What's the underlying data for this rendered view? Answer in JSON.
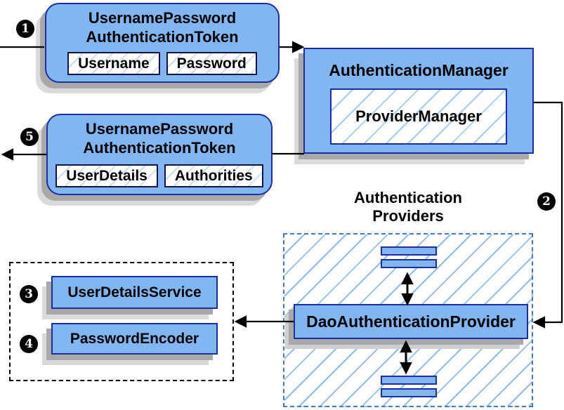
{
  "steps": {
    "s1": "1",
    "s2": "2",
    "s3": "3",
    "s4": "4",
    "s5": "5"
  },
  "token_request": {
    "title_line1": "UsernamePassword",
    "title_line2": "AuthenticationToken",
    "fields": [
      "Username",
      "Password"
    ]
  },
  "auth_manager": {
    "title": "AuthenticationManager",
    "inner": "ProviderManager"
  },
  "token_response": {
    "title_line1": "UsernamePassword",
    "title_line2": "AuthenticationToken",
    "fields": [
      "UserDetails",
      "Authorities"
    ]
  },
  "providers": {
    "label_line1": "Authentication",
    "label_line2": "Providers",
    "dao": "DaoAuthenticationProvider"
  },
  "services": {
    "user_details_service": "UserDetailsService",
    "password_encoder": "PasswordEncoder"
  },
  "colors": {
    "box_fill": "#81b6f3",
    "box_border": "#1b2fa3",
    "inner_field_border": "#131347",
    "hatch_blue": "#8fbcec",
    "dashed_border_blue": "#4678c8",
    "dashed_border_black": "#000000",
    "shadow_gray": "#a9a9a9",
    "shadow_light_gray": "#dadada",
    "connector_black": "#000000",
    "text": "#000000"
  }
}
